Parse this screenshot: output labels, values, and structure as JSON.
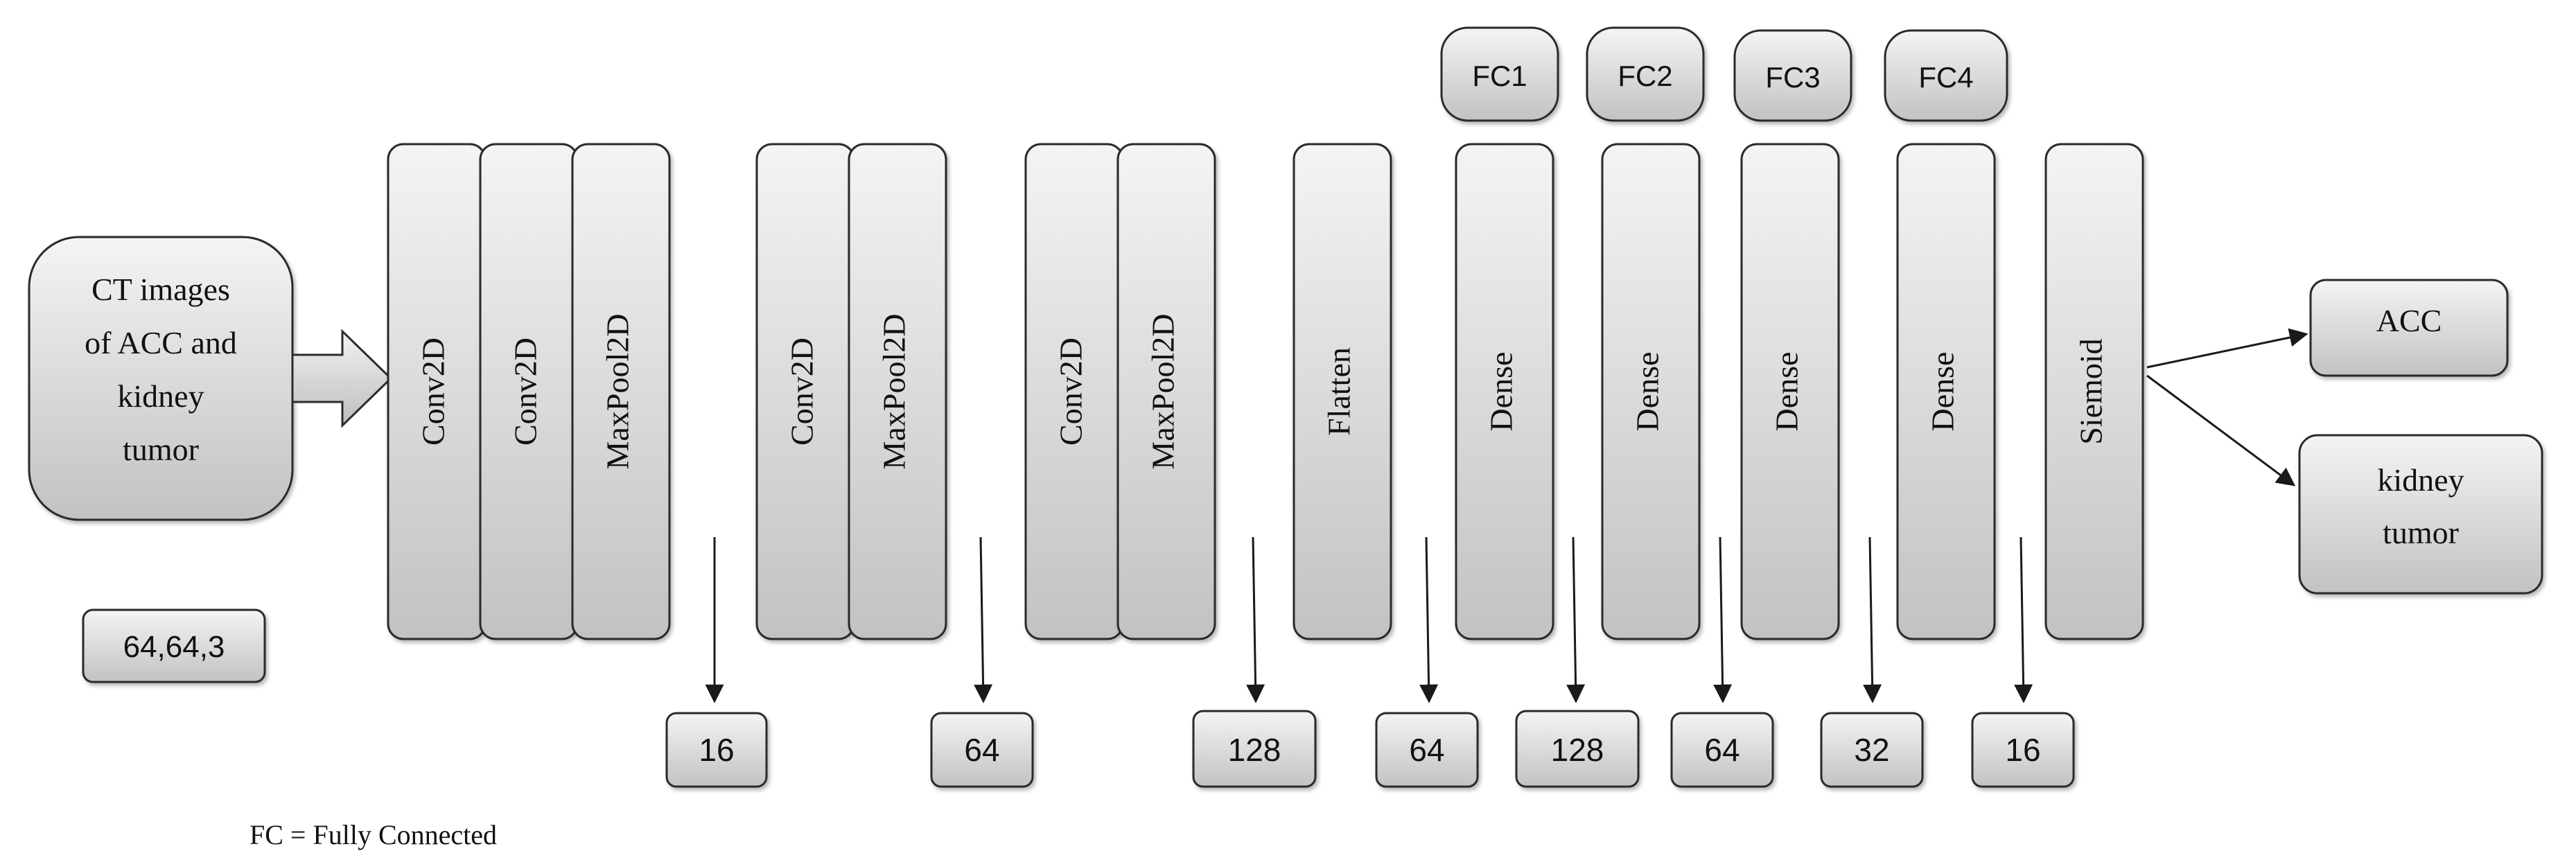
{
  "input": {
    "lines": [
      "CT images",
      "of ACC and",
      "kidney",
      "tumor"
    ],
    "shape": "64,64,3"
  },
  "layers": [
    {
      "label": "Conv2D"
    },
    {
      "label": "Conv2D"
    },
    {
      "label": "MaxPool2D"
    },
    {
      "label": "Conv2D"
    },
    {
      "label": "MaxPool2D"
    },
    {
      "label": "Conv2D"
    },
    {
      "label": "MaxPool2D"
    },
    {
      "label": "Flatten"
    },
    {
      "label": "Dense",
      "fc": "FC1"
    },
    {
      "label": "Dense",
      "fc": "FC2"
    },
    {
      "label": "Dense",
      "fc": "FC3"
    },
    {
      "label": "Dense",
      "fc": "FC4"
    },
    {
      "label": "Siemoid"
    }
  ],
  "sizes": [
    "16",
    "64",
    "128",
    "64",
    "128",
    "64",
    "32",
    "16"
  ],
  "outputs": [
    {
      "lines": [
        "ACC"
      ]
    },
    {
      "lines": [
        "kidney",
        "tumor"
      ]
    }
  ],
  "footnote": "FC = Fully Connected",
  "colors": {
    "box_fill_top": "#f4f4f4",
    "box_fill_bottom": "#c2c2c2",
    "stroke": "#2b2b2b",
    "arrow": "#1a1a1a"
  }
}
